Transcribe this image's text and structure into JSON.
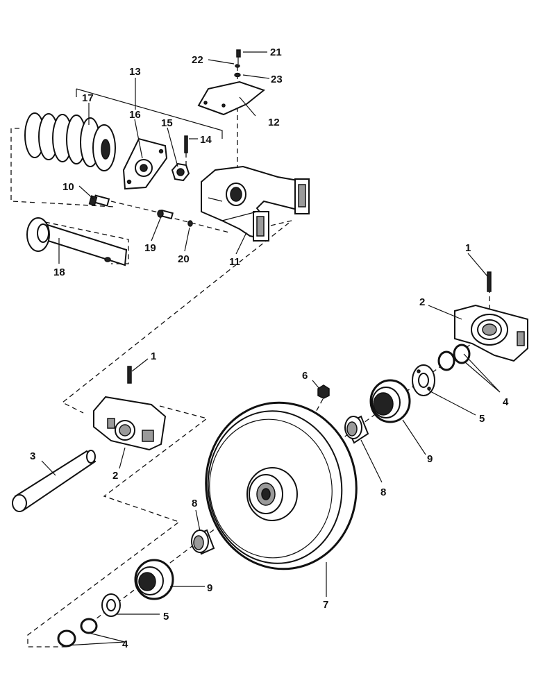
{
  "callouts": {
    "c1_top": "1",
    "c2_right": "2",
    "c1_left": "1",
    "c2_left": "2",
    "c3": "3",
    "c4_right": "4",
    "c4_bottom": "4",
    "c5_right": "5",
    "c5_bottom": "5",
    "c6": "6",
    "c7": "7",
    "c8_right": "8",
    "c8_left": "8",
    "c9_right": "9",
    "c9_bottom": "9",
    "c10": "10",
    "c11": "11",
    "c12": "12",
    "c13": "13",
    "c14": "14",
    "c15": "15",
    "c16": "16",
    "c17": "17",
    "c18": "18",
    "c19": "19",
    "c20": "20",
    "c21": "21",
    "c22": "22",
    "c23": "23"
  },
  "colors": {
    "ink": "#111111",
    "background": "#ffffff"
  }
}
